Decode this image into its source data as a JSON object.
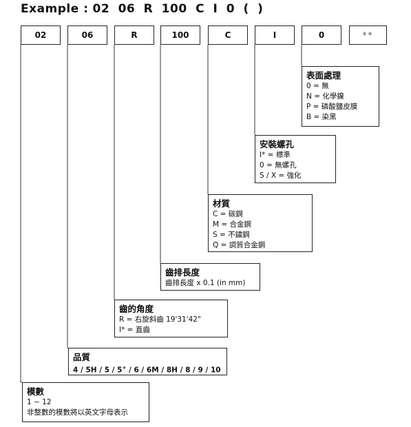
{
  "title": {
    "prefix": "Example :",
    "code": "02 06 R 100 C I 0 ( )"
  },
  "codes": [
    "02",
    "06",
    "R",
    "100",
    "C",
    "I",
    "0",
    "**"
  ],
  "sections": {
    "surface": {
      "heading": "表面處理",
      "lines": [
        "0 = 無",
        "N = 化學鎳",
        "P = 磷酸鹽皮膜",
        "B = 染黑"
      ]
    },
    "hole": {
      "heading": "安裝螺孔",
      "lines": [
        "I* = 標準",
        "0 = 無螺孔",
        "S / X = 強化"
      ]
    },
    "material": {
      "heading": "材質",
      "lines": [
        "C = 碳鋼",
        "M = 合金鋼",
        "S = 不鏽鋼",
        "Q = 調質合金鋼"
      ]
    },
    "length": {
      "heading": "齒排長度",
      "lines": [
        "齒排長度 x 0.1 (in mm)"
      ]
    },
    "angle": {
      "heading": "齒的角度",
      "lines": [
        "R = 右旋斜齒 19'31'42\"",
        "I* = 直齒"
      ]
    },
    "quality": {
      "heading": "品質",
      "line_parts": [
        "4 / 5H / 5 / 5",
        "+",
        " / 6 / 6M / 8H / 8 / 9 / 10"
      ]
    },
    "module": {
      "heading": "模數",
      "lines": [
        "1 ~ 12",
        "非整數的模數將以英文字母表示"
      ]
    }
  }
}
